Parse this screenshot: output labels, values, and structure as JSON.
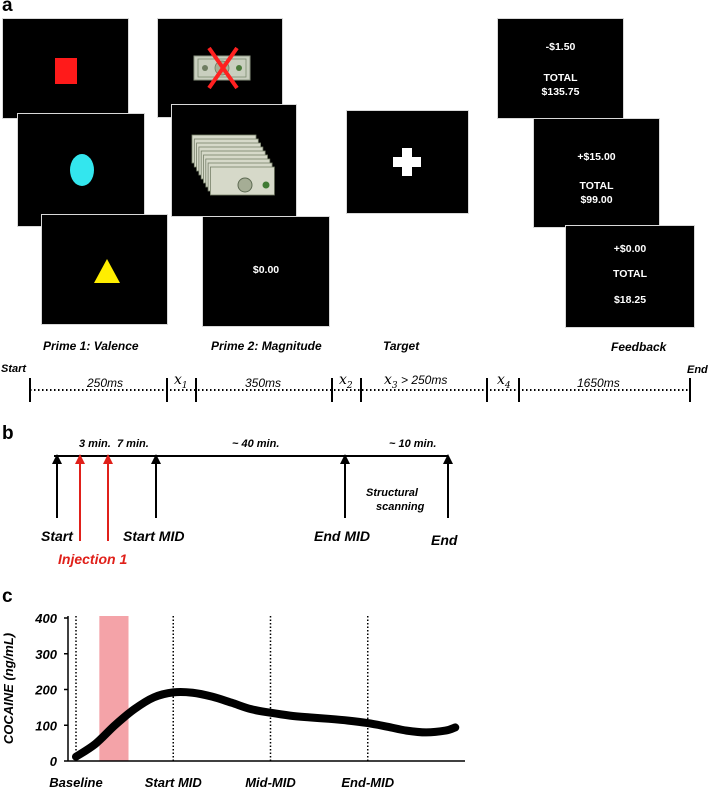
{
  "panel_a": {
    "letter": "a",
    "section_labels": {
      "prime1": "Prime 1: Valence",
      "prime2": "Prime 2: Magnitude",
      "target": "Target",
      "feedback": "Feedback"
    },
    "magnitude_zero": "$0.00",
    "feedback_screens": [
      {
        "delta": "-$1.50",
        "total_label": "TOTAL",
        "total": "$135.75"
      },
      {
        "delta": "+$15.00",
        "total_label": "TOTAL",
        "total": "$99.00"
      },
      {
        "delta": "+$0.00",
        "total_label": "TOTAL",
        "total": "$18.25"
      }
    ],
    "timeline": {
      "start": "Start",
      "end": "End",
      "d1": "250ms",
      "x1": "x",
      "x1_sub": "1",
      "d2": "350ms",
      "x2": "x",
      "x2_sub": "2",
      "x3": "x",
      "x3_sub": "3",
      "x3_rest": " > 250ms",
      "x4": "x",
      "x4_sub": "4",
      "d3": "1650ms"
    },
    "colors": {
      "square": "#ff1a1a",
      "circle": "#33e6ee",
      "triangle": "#ffee00",
      "cross": "#ffffff"
    }
  },
  "panel_b": {
    "letter": "b",
    "durations": {
      "d1": "3 min.",
      "d2": "7 min.",
      "d3": "~ 40 min.",
      "d4": "~ 10 min."
    },
    "labels": {
      "start": "Start",
      "injection": "Injection 1",
      "start_mid": "Start MID",
      "end_mid": "End MID",
      "structural_1": "Structural",
      "structural_2": "scanning",
      "end": "End"
    },
    "colors": {
      "injection": "#e0201a"
    }
  },
  "panel_c": {
    "letter": "c"
  },
  "chart_data": {
    "type": "line",
    "title": "",
    "ylabel": "COCAINE (ng/mL)",
    "xlabel": "",
    "ylim": [
      0,
      400
    ],
    "yticks": [
      0,
      100,
      200,
      300,
      400
    ],
    "x_categories": [
      "Baseline",
      "Start MID",
      "Mid-MID",
      "End-MID"
    ],
    "xlim": [
      0,
      40
    ],
    "vertical_markers_x": [
      0,
      10,
      20,
      30
    ],
    "shaded_interval_x": [
      2.4,
      5.4
    ],
    "shade_color": "#f4a3a8",
    "series": [
      {
        "x": [
          0,
          2,
          4,
          6,
          8,
          10,
          12,
          14,
          16,
          18,
          20,
          22,
          24,
          26,
          28,
          30,
          32,
          34,
          36,
          38,
          39
        ],
        "values": [
          12,
          48,
          100,
          145,
          178,
          192,
          191,
          180,
          163,
          145,
          135,
          127,
          122,
          118,
          113,
          106,
          96,
          85,
          80,
          85,
          94
        ]
      }
    ],
    "grid": false
  }
}
